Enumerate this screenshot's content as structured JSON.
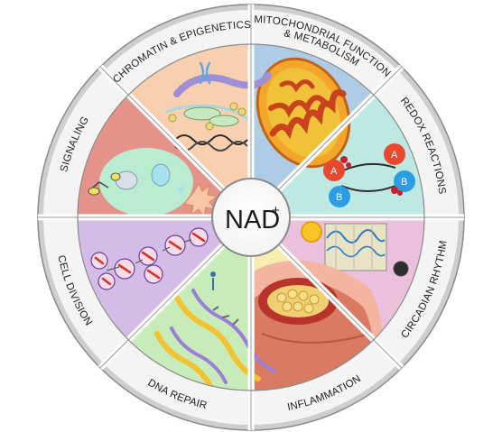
{
  "center": {
    "label": "NAD",
    "superscript": "+"
  },
  "segments": [
    {
      "id": "mito",
      "label": [
        "MITOCHONDRIAL FUNCTION",
        "& METABOLISM"
      ],
      "color": "#aecce6",
      "icon": "mitochondrion-icon"
    },
    {
      "id": "redox",
      "label": [
        "REDOX REACTIONS"
      ],
      "color": "#bde9e2",
      "icon": "redox-molecule-icon"
    },
    {
      "id": "circ",
      "label": [
        "CIRCADIAN RHYTHM"
      ],
      "color": "#eac0dd",
      "icon": "circadian-chart-icon"
    },
    {
      "id": "infl",
      "label": [
        "INFLAMMATION"
      ],
      "color": "#f7edb0",
      "icon": "inflamed-tissue-icon"
    },
    {
      "id": "dna",
      "label": [
        "DNA REPAIR"
      ],
      "color": "#c7ecba",
      "icon": "dna-helix-icon"
    },
    {
      "id": "cell",
      "label": [
        "CELL DIVISION"
      ],
      "color": "#d3bde6",
      "icon": "chromosome-icon"
    },
    {
      "id": "sig",
      "label": [
        "SIGNALING"
      ],
      "color": "#e5928a",
      "icon": "signaling-cascade-icon"
    },
    {
      "id": "chrom",
      "label": [
        "CHROMATIN & EPIGENETICS"
      ],
      "color": "#f8d0b0",
      "icon": "chromatin-icon"
    }
  ],
  "colors": {
    "ring": "#cecece",
    "divider": "#ffffff",
    "outline": "#8a8a8a",
    "hub": "#ffffff"
  }
}
